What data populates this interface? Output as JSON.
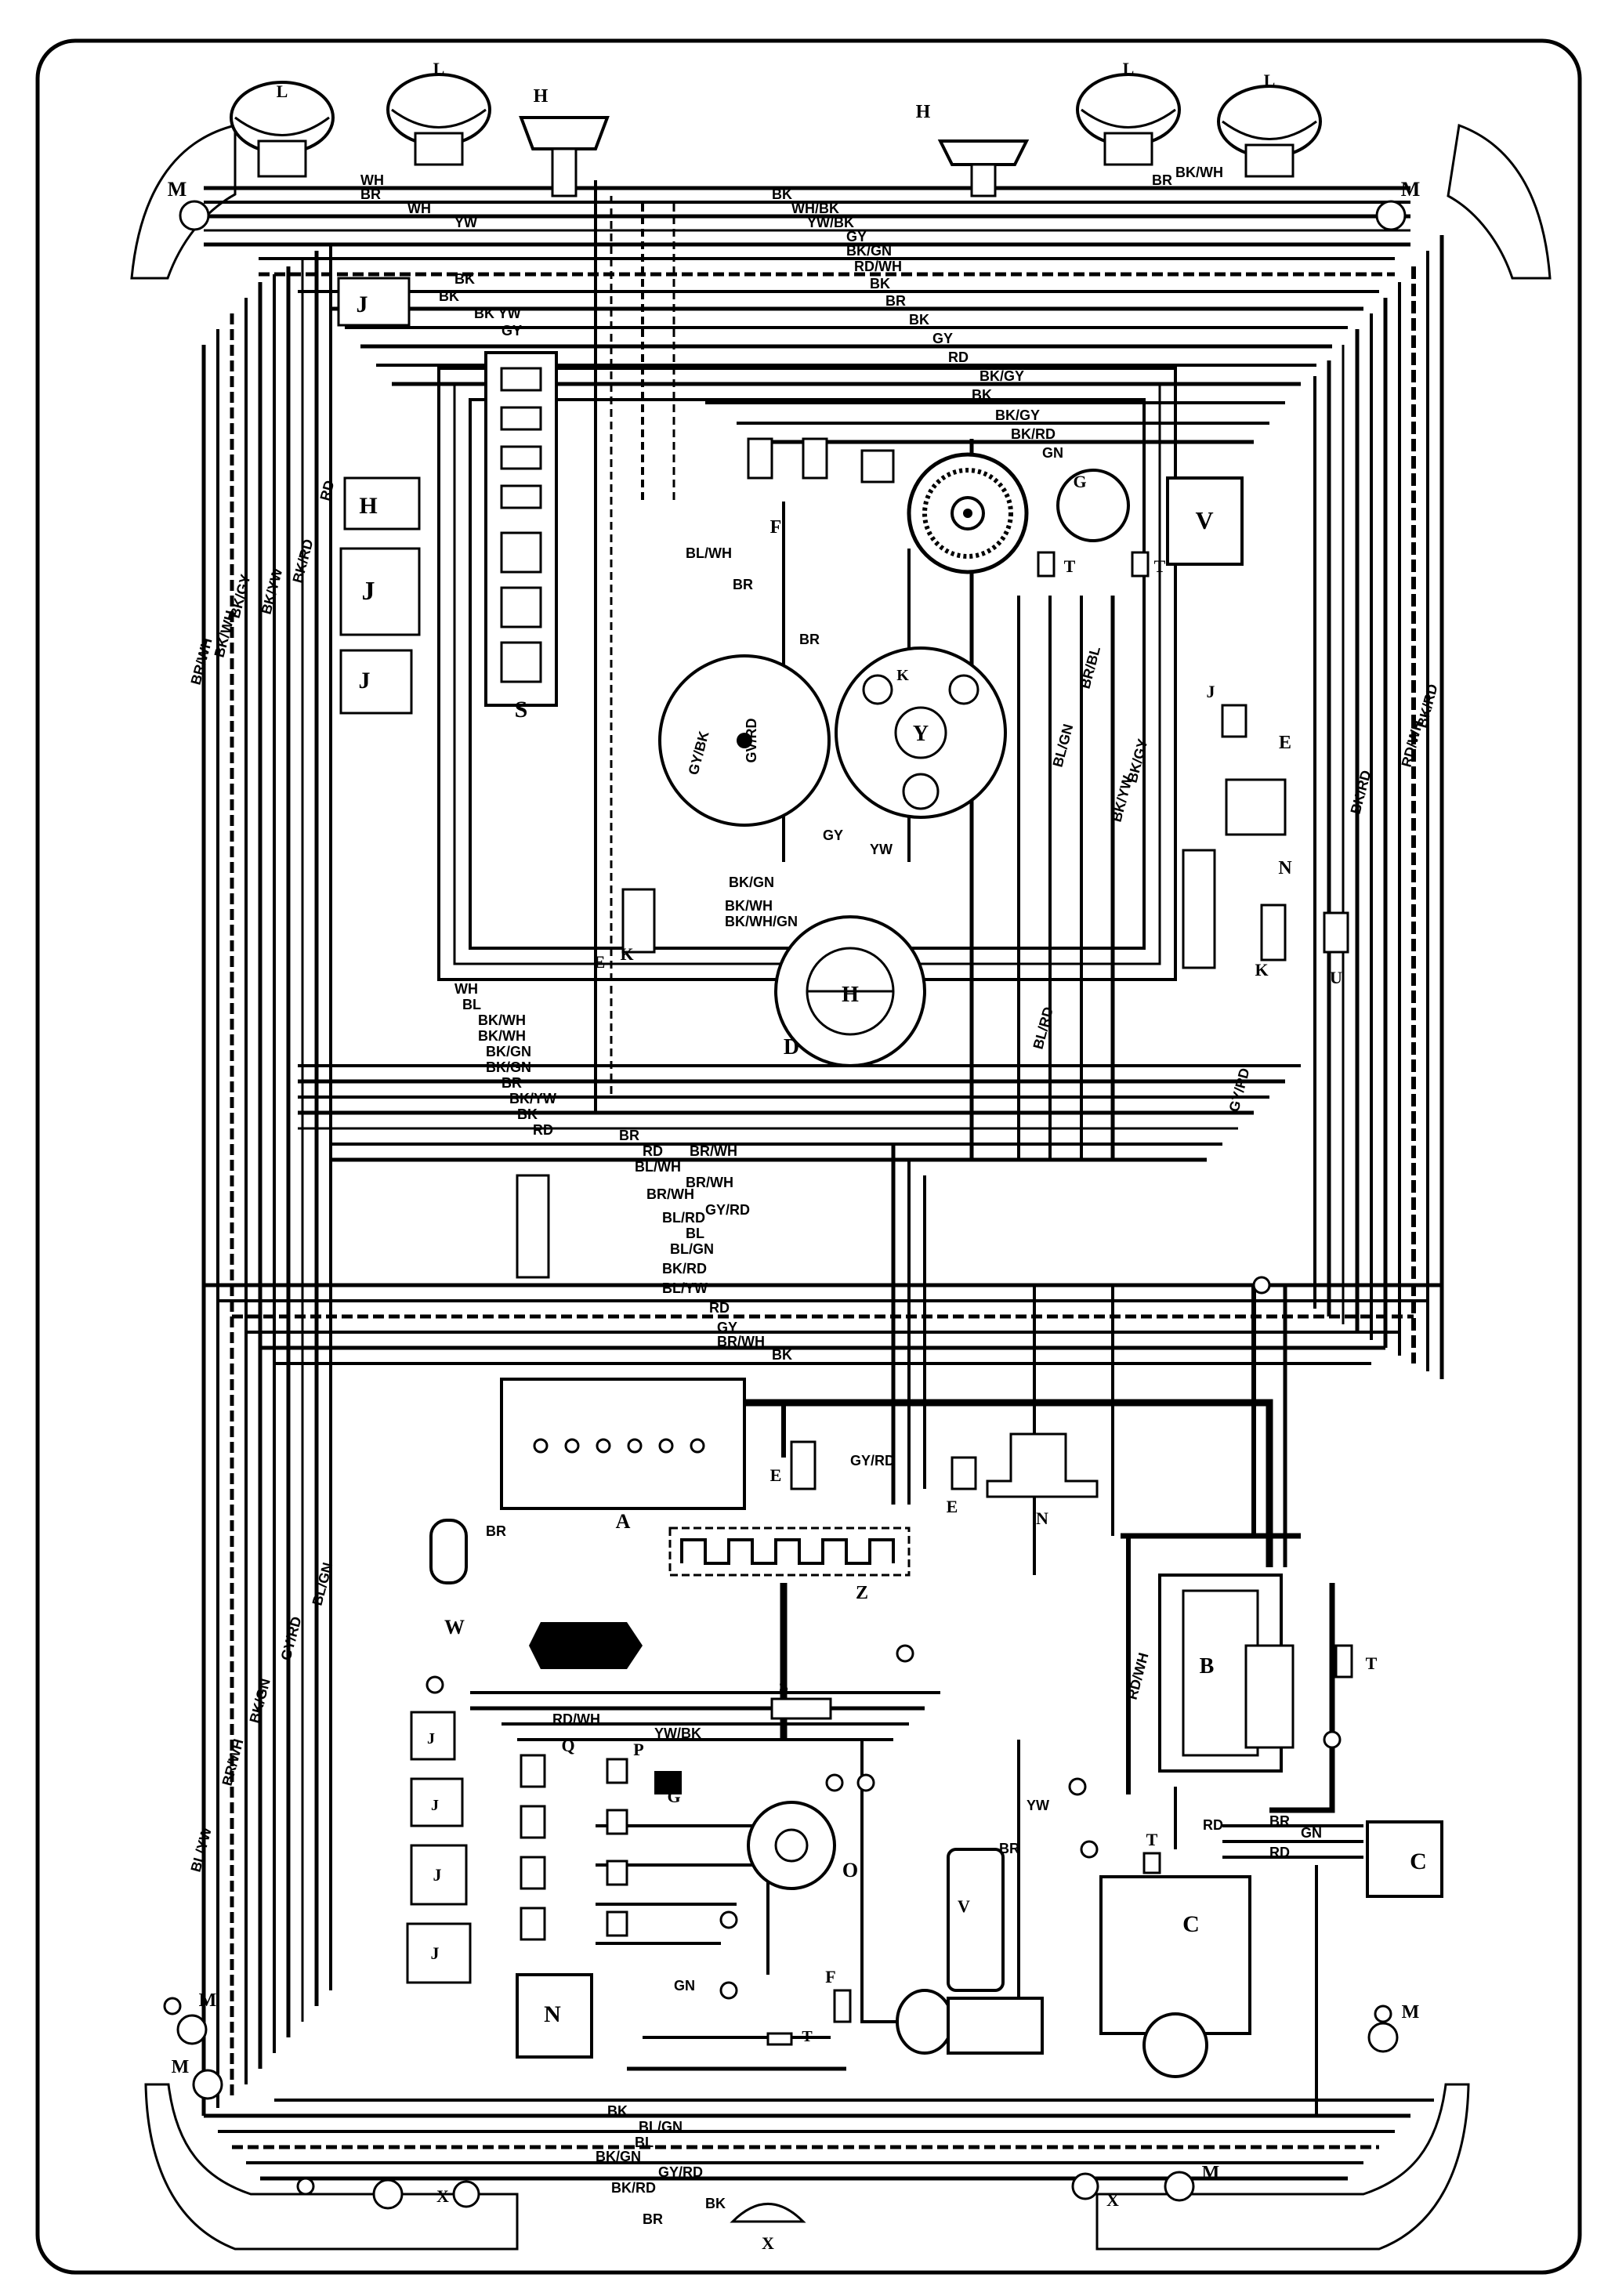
{
  "diagram": {
    "components": {
      "headlight_left_outer": "L",
      "headlight_left_inner": "L",
      "headlight_right_inner": "L",
      "headlight_right_outer": "L",
      "horn_left": "H",
      "horn_right": "H",
      "front_lamp_left": "M",
      "front_lamp_right": "M",
      "relay_j_top": "J",
      "relay_h_left": "H",
      "relay_j_left": "J",
      "relay_j2_left": "J",
      "fuse_box": "S",
      "switch_f_left": "F",
      "switch_f_right": "F",
      "fan_unit": "",
      "fan_motor_g": "G",
      "motor_v": "V",
      "connector_t_center": "T",
      "connector_t_right": "T",
      "speedometer_gauge": "",
      "gauge_gv": "GV/RD",
      "instrument_y": "Y",
      "instrument_k": "K",
      "relay_j_right": "J",
      "switch_e_right": "E",
      "connector_n_right": "N",
      "switch_k_right": "K",
      "switch_u_right": "U",
      "steering_switch_h": "H",
      "steering_switch_d": "D",
      "switch_e_center": "E",
      "switch_k_center": "K",
      "terminal_block_center": "",
      "fuel_gauge_a": "A",
      "switch_e_lower": "E",
      "switch_e_lower_right": "E",
      "sender_n_lower": "N",
      "heater_plug_z": "Z",
      "battery_b": "B",
      "connector_t_battery": "T",
      "washer_w": "W",
      "relay_j_lower_1": "J",
      "relay_j_lower_2": "J",
      "relay_j_lower_3": "J",
      "relay_j_lower_4": "J",
      "spark_plug_q": "Q",
      "plug_connector_p": "P",
      "distributor_o": "O",
      "ignition_coil_n": "N",
      "ignition_g": "G",
      "switch_s": "S",
      "fuse_f_lower": "F",
      "motor_v_lower": "V",
      "alternator_c": "C",
      "regulator_c": "C",
      "connector_t_alt": "T",
      "rear_lamp_left_outer": "M",
      "rear_lamp_left_inner": "M",
      "rear_lamp_right_inner": "M",
      "rear_lamp_right_outer": "M",
      "license_lamp_left": "X",
      "license_lamp_right": "X",
      "license_lamp_center": "X",
      "connector_t_rear": "T"
    },
    "wire_labels": {
      "wh": "WH",
      "br": "BR",
      "yw": "YW",
      "bk": "BK",
      "wh_bk": "WH/BK",
      "yw_bk": "YW/BK",
      "gy": "GY",
      "bk_gn": "BK/GN",
      "rd_wh": "RD/WH",
      "bk_yw": "BK YW",
      "bk_yw2": "BK/YW",
      "rd": "RD",
      "bk_gy": "BK/GY",
      "bk_rd": "BK/RD",
      "gn": "GN",
      "bl_wh": "BL/WH",
      "bk_wh": "BK/WH",
      "bk_wh_gn": "BK/WH/GN",
      "bl": "BL",
      "bl_rd": "BL/RD",
      "br_bl": "BR/BL",
      "bl_gn": "BL/GN",
      "br_wh": "BR/WH",
      "bl_yw": "BL/YW",
      "gy_rd": "GY/RD",
      "gy_bk": "GY/BK",
      "bk_rd_2": "BK/RD",
      "rd_wh_2": "RD/WH",
      "gy_rd_2": "GY/RD",
      "bl_gn_2": "BL/GN",
      "bk_gn_2": "BK/GN",
      "bk_rd_3": "BK/RD"
    }
  }
}
